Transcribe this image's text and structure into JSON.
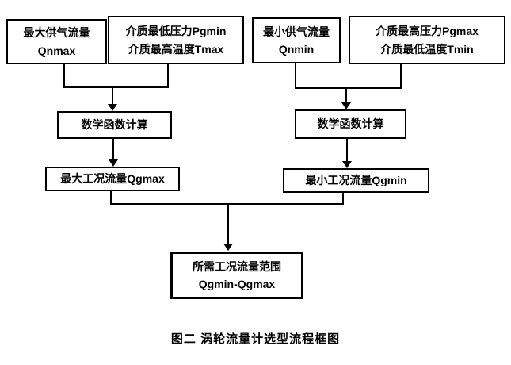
{
  "figure": {
    "caption": "图二  涡轮流量计选型流程框图"
  },
  "nodes": {
    "qnmax": {
      "line1": "最大供气流量",
      "line2": "Qnmax"
    },
    "pgmin_tmax": {
      "line1": "介质最低压力Pgmin",
      "line2": "介质最高温度Tmax"
    },
    "qnmin": {
      "line1": "最小供气流量",
      "line2": "Qnmin"
    },
    "pgmax_tmin": {
      "line1": "介质最高压力Pgmax",
      "line2": "介质最低温度Tmin"
    },
    "math_left": {
      "line1": "数学函数计算"
    },
    "math_right": {
      "line1": "数学函数计算"
    },
    "qgmax": {
      "line1": "最大工况流量Qgmax"
    },
    "qgmin": {
      "line1": "最小工况流量Qgmin"
    },
    "result": {
      "line1": "所需工况流量范围",
      "line2": "Qgmin-Qgmax"
    }
  },
  "colors": {
    "ink": "#000000",
    "background": "#ffffff"
  }
}
